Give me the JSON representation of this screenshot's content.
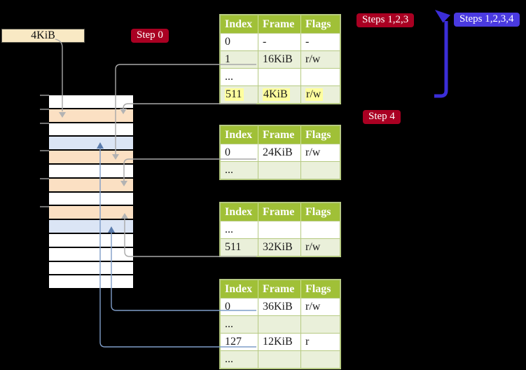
{
  "callout_label": {
    "text": "4KiB"
  },
  "badges": {
    "step0": {
      "label": "Step 0"
    },
    "steps123": {
      "label": "Steps 1,2,3"
    },
    "steps1234": {
      "label": "Steps 1,2,3,4"
    },
    "step4": {
      "label": "Step 4"
    }
  },
  "tables": [
    {
      "name": "page-table-level-4",
      "headers": [
        "Index",
        "Frame",
        "Flags"
      ],
      "rows": [
        {
          "cells": [
            "0",
            "-",
            "-"
          ],
          "shaded": false,
          "highlight": false
        },
        {
          "cells": [
            "1",
            "16KiB",
            "r/w"
          ],
          "shaded": true,
          "highlight": false
        },
        {
          "cells": [
            "...",
            "",
            ""
          ],
          "shaded": false,
          "highlight": false
        },
        {
          "cells": [
            "511",
            "4KiB",
            "r/w"
          ],
          "shaded": true,
          "highlight": true
        }
      ]
    },
    {
      "name": "page-table-level-3",
      "headers": [
        "Index",
        "Frame",
        "Flags"
      ],
      "rows": [
        {
          "cells": [
            "0",
            "24KiB",
            "r/w"
          ],
          "shaded": false,
          "highlight": false
        },
        {
          "cells": [
            "...",
            "",
            ""
          ],
          "shaded": true,
          "highlight": false
        }
      ]
    },
    {
      "name": "page-table-level-2",
      "headers": [
        "Index",
        "Frame",
        "Flags"
      ],
      "rows": [
        {
          "cells": [
            "...",
            "",
            ""
          ],
          "shaded": false,
          "highlight": false
        },
        {
          "cells": [
            "511",
            "32KiB",
            "r/w"
          ],
          "shaded": true,
          "highlight": false
        }
      ]
    },
    {
      "name": "page-table-level-1",
      "headers": [
        "Index",
        "Frame",
        "Flags"
      ],
      "rows": [
        {
          "cells": [
            "0",
            "36KiB",
            "r/w"
          ],
          "shaded": false,
          "highlight": false
        },
        {
          "cells": [
            "...",
            "",
            ""
          ],
          "shaded": true,
          "highlight": false
        },
        {
          "cells": [
            "127",
            "12KiB",
            "r"
          ],
          "shaded": false,
          "highlight": false
        },
        {
          "cells": [
            "...",
            "",
            ""
          ],
          "shaded": true,
          "highlight": false
        }
      ]
    }
  ],
  "memory_column": {
    "frames": [
      "white",
      "peach",
      "white",
      "blue",
      "peach",
      "white",
      "peach",
      "white",
      "peach",
      "blue",
      "white",
      "white",
      "white",
      "white"
    ]
  },
  "colors": {
    "badge_crimson": "#a90022",
    "badge_blue": "#4a3ae0",
    "label_cream": "#f9e9c4",
    "table_header_green": "#a0c037",
    "table_border": "#b6ca82",
    "row_shade_green": "#eaf0da",
    "highlight_yellow": "#ffff9e",
    "frame_white": "#ffffff",
    "frame_peach": "#fbe0c3",
    "frame_blue": "#dbe5f5",
    "arrow_gray": "#a8a8a8",
    "arrowhead_gray": "#b3b3b3",
    "arrow_lightblue": "#7f9dc8",
    "arrowhead_lightblue": "#5b7cad",
    "arrow_thick_blue": "#3b2ed8",
    "tick_gray": "#999999"
  }
}
